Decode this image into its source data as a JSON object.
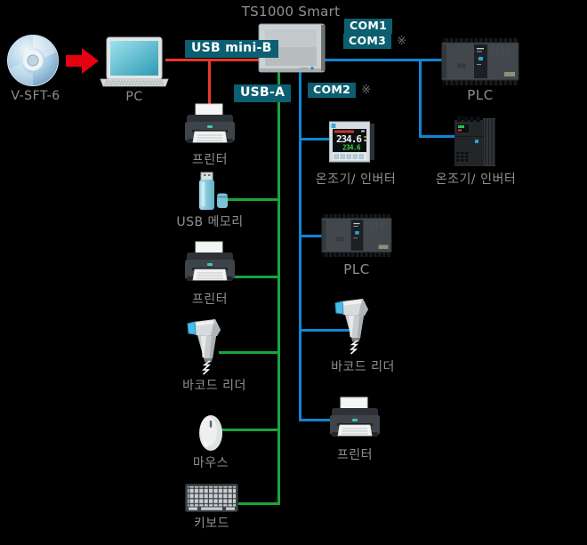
{
  "colors": {
    "background": "#000000",
    "red_line": "#e8392b",
    "green_line": "#1aa43c",
    "blue_line": "#0f86d2",
    "label_bg": "#0b5f70",
    "label_text": "#ffffff",
    "caption_text": "#8f8f8f"
  },
  "hmi": {
    "title": "TS1000 Smart"
  },
  "source": {
    "disc_label": "V-SFT-6",
    "pc_label": "PC"
  },
  "ports": {
    "usb_mini_b": "USB mini-B",
    "usb_a": "USB-A",
    "com1": "COM1",
    "com3": "COM3",
    "com2": "COM2",
    "footnote_mark": "※"
  },
  "right_column": [
    {
      "type": "plc",
      "label": "PLC"
    },
    {
      "type": "inverter",
      "label": "온조기/ 인버터"
    }
  ],
  "middle_column": [
    {
      "type": "temp-controller",
      "label": "온조기/ 인버터",
      "display": {
        "pv": "234.6",
        "sv": "234.6"
      }
    },
    {
      "type": "plc",
      "label": "PLC"
    },
    {
      "type": "barcode-reader",
      "label": "바코드 리더"
    },
    {
      "type": "printer",
      "label": "프린터"
    }
  ],
  "left_column": [
    {
      "type": "printer",
      "label": "프린터"
    },
    {
      "type": "usb-memory",
      "label": "USB 메모리"
    },
    {
      "type": "printer",
      "label": "프린터"
    },
    {
      "type": "barcode-reader",
      "label": "바코드 리더"
    },
    {
      "type": "mouse",
      "label": "마우스"
    },
    {
      "type": "keyboard",
      "label": "키보드"
    }
  ]
}
